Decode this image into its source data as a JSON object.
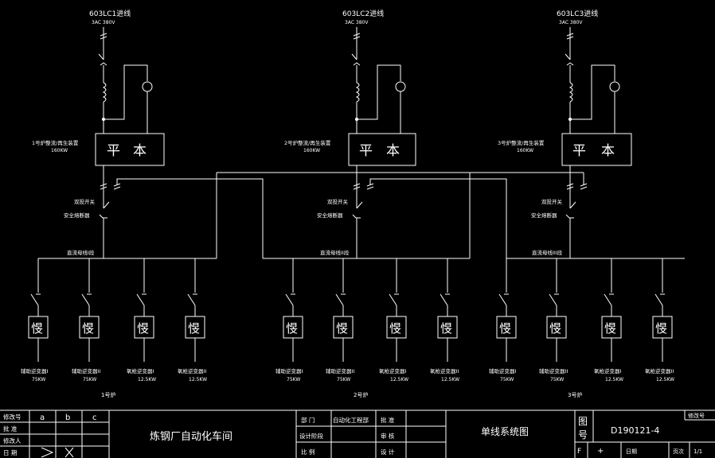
{
  "colors": {
    "background": "#000000",
    "line": "#ffffff"
  },
  "units": [
    {
      "source": "603LC1进线",
      "source_voltage": "3AC 380V",
      "transformer_label": "1号炉整流/再生装置",
      "transformer_power": "160KW",
      "rect_symbol": "平",
      "inv_symbol": "本",
      "breaker_label": "双投开关",
      "fuse_label": "安全熔断器",
      "bus_label": "直流母线I段"
    },
    {
      "source": "603LC2进线",
      "source_voltage": "3AC 380V",
      "transformer_label": "2号炉整流/再生装置",
      "transformer_power": "160KW",
      "rect_symbol": "平",
      "inv_symbol": "本",
      "breaker_label": "双投开关",
      "fuse_label": "安全熔断器",
      "bus_label": "直流母线II段"
    },
    {
      "source": "603LC3进线",
      "source_voltage": "3AC 380V",
      "transformer_label": "3号炉整流/再生装置",
      "transformer_power": "160KW",
      "rect_symbol": "平",
      "inv_symbol": "本",
      "breaker_label": "双投开关",
      "fuse_label": "安全熔断器",
      "bus_label": "直流母线III段"
    }
  ],
  "inverter_symbol": "㥗",
  "inverters": [
    {
      "name": "辅助逆变器I",
      "power": "75KW"
    },
    {
      "name": "辅助逆变器II",
      "power": "75KW"
    },
    {
      "name": "氧枪逆变器I",
      "power": "12.5KW"
    },
    {
      "name": "氧枪逆变器II",
      "power": "12.5KW"
    },
    {
      "name": "辅助逆变器I",
      "power": "75KW"
    },
    {
      "name": "辅助逆变器II",
      "power": "75KW"
    },
    {
      "name": "氧枪逆变器I",
      "power": "12.5KW"
    },
    {
      "name": "氧枪逆变器II",
      "power": "12.5KW"
    },
    {
      "name": "辅助逆变器I",
      "power": "75KW"
    },
    {
      "name": "辅助逆变器II",
      "power": "75KW"
    },
    {
      "name": "氧枪逆变器I",
      "power": "12.5KW"
    },
    {
      "name": "氧枪逆变器II",
      "power": "12.5KW"
    }
  ],
  "groups": [
    "1号炉",
    "2号炉",
    "3号炉"
  ],
  "title_block": {
    "rev_label": "修改号",
    "cols": [
      "a",
      "b",
      "c"
    ],
    "approve_label": "批 准",
    "modifier_label": "修改人",
    "date_label": "日 期",
    "project": "炼钢厂自动化车间",
    "dept_label": "部 门",
    "dept_value": "自动化工程部",
    "approval_label": "批 准",
    "design_stage_label": "设计阶段",
    "review_label": "审 核",
    "scale_label": "比 例",
    "design_label": "设 计",
    "drawing_title": "单线系统图",
    "drawing_no_label_1": "图",
    "drawing_no_label_2": "号",
    "drawing_no": "D190121-4",
    "rev_no_label": "修改号",
    "sheet_label": "页次",
    "sheet_value": "1/1",
    "plus": "+",
    "date_short": "日期"
  }
}
